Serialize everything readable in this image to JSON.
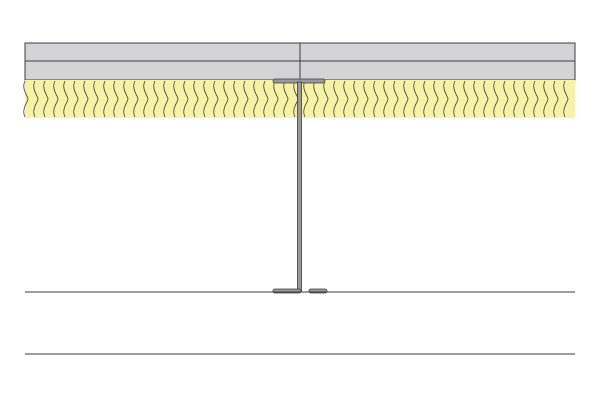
{
  "colors": {
    "board": "#d4d3d5",
    "insulation": "#f7f3a6",
    "line": "#3c3c3c",
    "stud": "#8c8c8c",
    "background": "#ffffff"
  },
  "elements": {
    "boards": 2,
    "insulation": "mineral-wool",
    "stud": "steel-i-stud"
  }
}
